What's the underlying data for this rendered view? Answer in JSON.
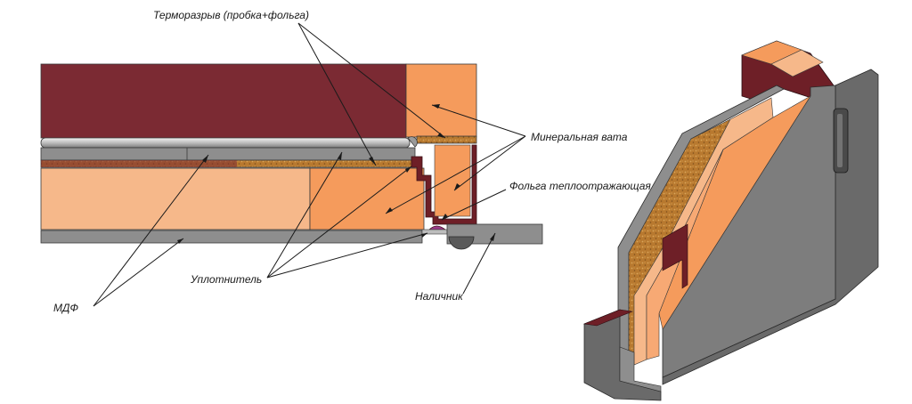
{
  "labels": {
    "thermal_break": "Терморазрыв (пробка+фольга)",
    "mineral_wool": "Минеральная вата",
    "foil": "Фольга теплоотражающая",
    "seal": "Уплотнитель",
    "mdf": "МДФ",
    "trim": "Наличник"
  },
  "colors": {
    "mdf": "#7b2a33",
    "wool_light": "#f6b88a",
    "wool_dark": "#f59b5c",
    "steel": "#8e8e8e",
    "steel_dark": "#6a6a6a",
    "steel_light": "#c9c9c9",
    "cork": "#b8792f",
    "frame": "#6e1f27",
    "seal": "#9b3a8a",
    "rubber": "#555555"
  }
}
